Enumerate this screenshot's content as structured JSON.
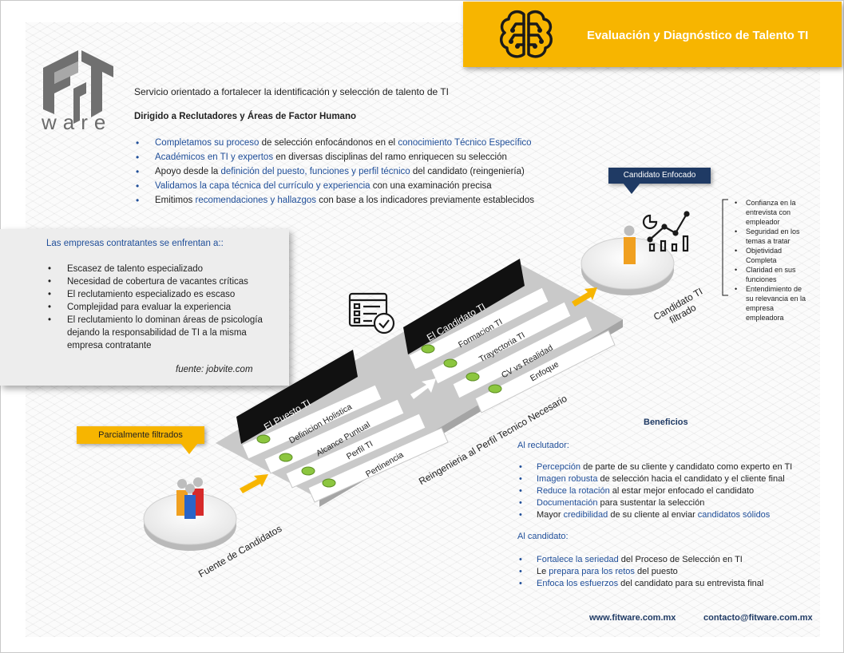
{
  "header": {
    "title": "Evaluación y Diagnóstico de Talento TI"
  },
  "logo": {
    "text": "ware"
  },
  "intro": "Servicio orientado a fortalecer la identificación y selección de talento de TI",
  "dirigido": "Dirigido a Reclutadores y Áreas de Factor Humano",
  "bullets": [
    {
      "a": "Completamos su proceso",
      "b": " de selección enfocándonos en el ",
      "c": "conocimiento Técnico Específico",
      "d": ""
    },
    {
      "a": "Académicos en TI y expertos",
      "b": " en diversas disciplinas del ramo enriquecen su selección",
      "c": "",
      "d": ""
    },
    {
      "a": "",
      "b": "Apoyo desde la ",
      "c": "definición del puesto, funciones y perfil técnico",
      "d": " del candidato (reingeniería)"
    },
    {
      "a": "Validamos la capa técnica del currículo y experiencia",
      "b": " con una examinación precisa",
      "c": "",
      "d": ""
    },
    {
      "a": "",
      "b": "Emitimos ",
      "c": "recomendaciones y hallazgos",
      "d": " con base a los indicadores previamente establecidos"
    }
  ],
  "empresas": {
    "title": "Las empresas contratantes se enfrentan a::",
    "items": [
      "Escasez de talento especializado",
      "Necesidad de cobertura de vacantes críticas",
      "El reclutamiento especializado es escaso",
      "Complejidad para evaluar la experiencia",
      "El reclutamiento lo dominan áreas de psicología dejando la responsabilidad de TI a la misma empresa contratante"
    ],
    "fuente": "fuente: jobvite.com"
  },
  "tags": {
    "candidato_enfocado": "Candidato Enfocado",
    "parcialmente": "Parcialmente filtrados"
  },
  "diagram": {
    "puesto_title": "El Puesto TI",
    "puesto_items": [
      "Definicion Holistica",
      "Alcance Puntual",
      "Perfil TI",
      "Pertinencia"
    ],
    "candidato_title": "El Candidato TI",
    "candidato_items": [
      "Formacion TI",
      "Trayectoria TI",
      "CV vs Realidad",
      "Enfoque"
    ],
    "reingenieria": "Reingenieria al Perfil Tecnico Necesario",
    "fuente_candidatos": "Fuente de Candidatos",
    "candidato_filtrado_1": "Candidato TI",
    "candidato_filtrado_2": "filtrado"
  },
  "right_list": [
    "Confianza en la entrevista con empleador",
    "Seguridad en los temas a tratar",
    "Objetividad Completa",
    "Claridad en sus funciones",
    "Entendimiento de su relevancia en la empresa empleadora"
  ],
  "beneficios": {
    "title": "Beneficios",
    "reclutador_heading": "Al reclutador:",
    "reclutador": [
      {
        "a": "Percepción",
        "b": " de parte de su cliente y candidato  como experto en TI",
        "c": "",
        "d": ""
      },
      {
        "a": "Imagen robusta",
        "b": " de selección hacia el candidato y el cliente final",
        "c": "",
        "d": ""
      },
      {
        "a": "Reduce la rotación",
        "b": " al estar mejor enfocado el candidato",
        "c": "",
        "d": ""
      },
      {
        "a": "Documentación",
        "b": " para sustentar la selección",
        "c": "",
        "d": ""
      },
      {
        "a": "",
        "b": "Mayor ",
        "c": "credibilidad",
        "d": " de su cliente al enviar ",
        "e": "candidatos sólidos"
      }
    ],
    "candidato_heading": "Al candidato:",
    "candidato": [
      {
        "a": "Fortalece la seriedad",
        "b": " del Proceso de Selección en TI",
        "c": "",
        "d": ""
      },
      {
        "a": "",
        "b": "Le ",
        "c": "prepara para los retos",
        "d": " del puesto"
      },
      {
        "a": "Enfoca los esfuerzos",
        "b": " del candidato para su entrevista final",
        "c": "",
        "d": ""
      }
    ]
  },
  "footer": {
    "web": "www.fitware.com.mx",
    "email": "contacto@fitware.com.mx"
  },
  "colors": {
    "accent": "#f7b500",
    "navy": "#1f3a64",
    "link": "#1f4e99",
    "green": "#8cc63f"
  }
}
